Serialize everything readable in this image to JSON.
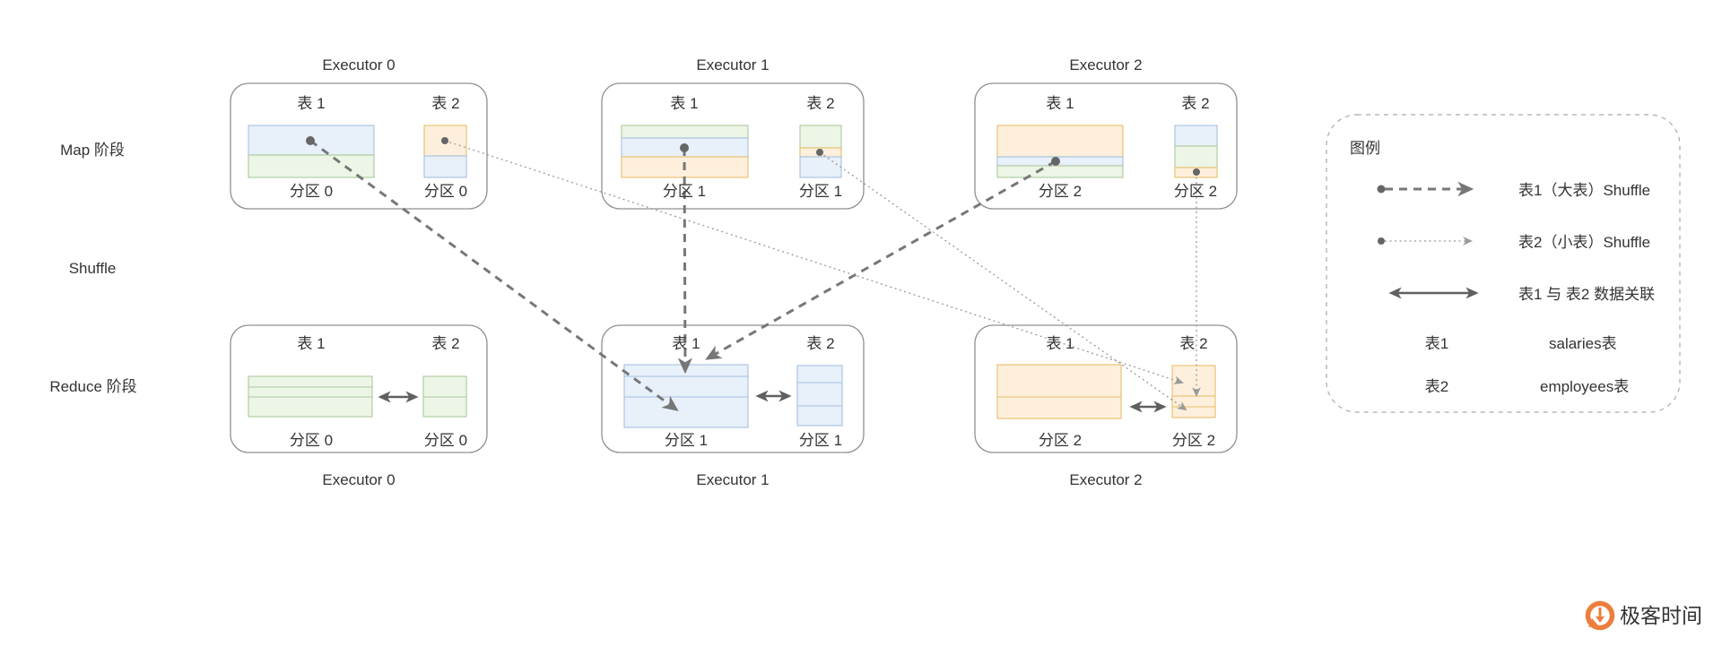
{
  "palette": {
    "blue_fill": "#E8F0FA",
    "blue_border": "#A6C1E0",
    "green_fill": "#EDF5E6",
    "green_border": "#A9CA9C",
    "orange_fill": "#FDEFDC",
    "orange_border": "#E6BE69",
    "shuffle_big": "#777777",
    "shuffle_small": "#999999",
    "assoc": "#606060",
    "dot": "#666666",
    "logo_orange": "#ED7D3C",
    "logo_text_color": "#9A9A9A"
  },
  "stage_labels": {
    "map": "Map 阶段",
    "shuffle": "Shuffle",
    "reduce": "Reduce 阶段"
  },
  "executor_titles": {
    "e0": "Executor 0",
    "e1": "Executor 1",
    "e2": "Executor 2"
  },
  "table_labels": {
    "t1": "表 1",
    "t2": "表 2"
  },
  "partition_labels": {
    "p0": "分区 0",
    "p1": "分区 1",
    "p2": "分区 2"
  },
  "legend": {
    "title": "图例",
    "row_big": "表1（大表）Shuffle",
    "row_small": "表2（小表）Shuffle",
    "row_assoc": "表1 与 表2 数据关联",
    "map_t1_key": "表1",
    "map_t1_value": "salaries表",
    "map_t2_key": "表2",
    "map_t2_value": "employees表"
  },
  "logo_text": "极客时间"
}
